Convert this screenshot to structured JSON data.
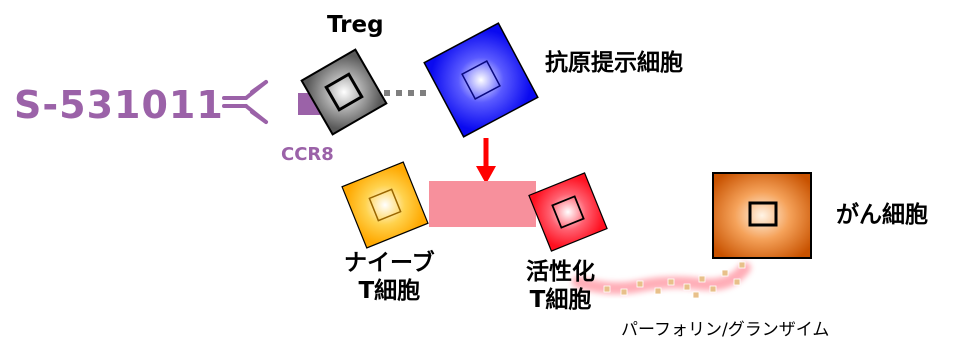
{
  "labels": {
    "drug": "S-531011",
    "treg": "Treg",
    "apc": "抗原提示細胞",
    "ccr8": "CCR8",
    "cancer_cell": "がん細胞",
    "naive_line1": "ナイーブ",
    "naive_line2": "T細胞",
    "activated_line1": "活性化",
    "activated_line2": "T細胞",
    "perforin": "パーフォリン/グランザイム"
  },
  "colors": {
    "drug_purple": "#9b62a8",
    "treg_gray": "#7a7a7a",
    "apc_blue": "#1a1aff",
    "arrow_red": "#ff0000",
    "naive_yellow": "#ffb300",
    "activated_red": "#ff2030",
    "pink_bar": "#f7909c",
    "cancer_orange": "#e26a10",
    "granule_pink": "#ff6a7c"
  },
  "icons": {
    "antibody": "antibody-y-icon",
    "receptor": "ccr8-receptor-square"
  }
}
